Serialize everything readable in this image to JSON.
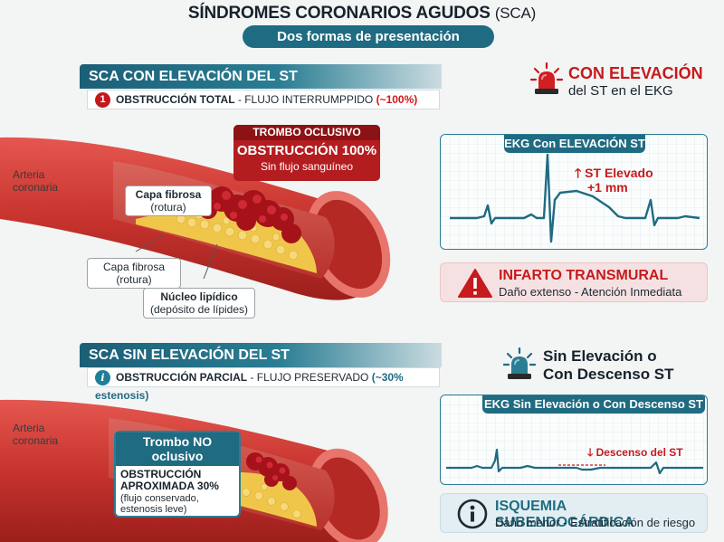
{
  "header": {
    "title": "SÍNDROMES CORONARIOS AGUDOS",
    "title_abbr": "(SCA)",
    "subtitle": "Dos formas de presentación"
  },
  "stemi": {
    "banner": "SCA CON ELEVACIÓN DEL ST",
    "badge": "1",
    "sub_bold": "OBSTRUCCIÓN TOTAL",
    "sub_rest": " - FLUJO INTERRUMPPIDO ",
    "sub_value": "(~100%)",
    "status_title": "CON ELEVACIÓN",
    "status_sub": "del ST en el EKG",
    "artery_label": "Arteria coronaria",
    "thrombus": {
      "tag": "TROMBO OCLUSIVO",
      "title": "OBSTRUCCIÓN 100%",
      "note": "Sin flujo sanguíneo"
    },
    "callout_cap1_title": "Capa fibrosa",
    "callout_cap1_note": "(rotura)",
    "callout_cap2_title": "Capa fibrosa",
    "callout_cap2_note": "(rotura)",
    "callout_core_title": "Núcleo lipídico",
    "callout_core_note": "(depósito de lípides)",
    "ekg_title": "EKG Con ELEVACIÓN ST",
    "ekg_annot_1": "ST Elevado",
    "ekg_annot_2": "+1 mm",
    "alert_title": "INFARTO TRANSMURAL",
    "alert_sub": "Daño extenso - Atención Inmediata"
  },
  "nstemi": {
    "banner": "SCA SIN ELEVACIÓN DEL ST",
    "badge": "i",
    "sub_bold": "OBSTRUCCIÓN PARCIAL",
    "sub_rest": " - FLUJO PRESERVADO ",
    "sub_value": "(~30% estenosis)",
    "status_title_1": "Sin Elevación o",
    "status_title_2": "Con Descenso ST",
    "artery_label": "Arteria coronaria",
    "thrombus_title": "Trombo NO oclusivo",
    "thrombus_bold": "OBSTRUCCIÓN APROXIMADA 30%",
    "thrombus_note": "(flujo conservado, estenosis leve)",
    "ekg_title": "EKG Sin Elevación o Con Descenso ST",
    "ekg_annot": "Descenso del ST",
    "alert_title": "ISQUEMIA SUBENDOCÁRDICA",
    "alert_sub": "Daño menor - Estratificación de riesgo"
  },
  "colors": {
    "teal": "#1f6b82",
    "red": "#c61a1d",
    "artery": "#c9302c"
  }
}
